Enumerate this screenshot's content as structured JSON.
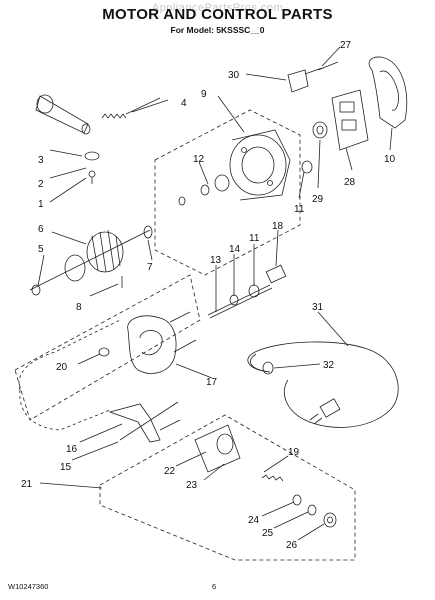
{
  "header": {
    "watermark": "AppliancePartsPros.com",
    "title": "MOTOR AND CONTROL PARTS",
    "subtitle": "For Model: 5KSSSC__0"
  },
  "footer": {
    "doc_number": "W10247360",
    "page_number": "6"
  },
  "callouts": {
    "c1": "1",
    "c2": "2",
    "c3": "3",
    "c4": "4",
    "c5": "5",
    "c6": "6",
    "c7": "7",
    "c8": "8",
    "c9": "9",
    "c10": "10",
    "c11a": "11",
    "c11b": "11",
    "c12": "12",
    "c13": "13",
    "c14": "14",
    "c15": "15",
    "c16": "16",
    "c17": "17",
    "c18": "18",
    "c19": "19",
    "c20": "20",
    "c21": "21",
    "c22": "22",
    "c23": "23",
    "c24": "24",
    "c25": "25",
    "c26": "26",
    "c27": "27",
    "c28": "28",
    "c29": "29",
    "c30": "30",
    "c31": "31",
    "c32": "32"
  }
}
